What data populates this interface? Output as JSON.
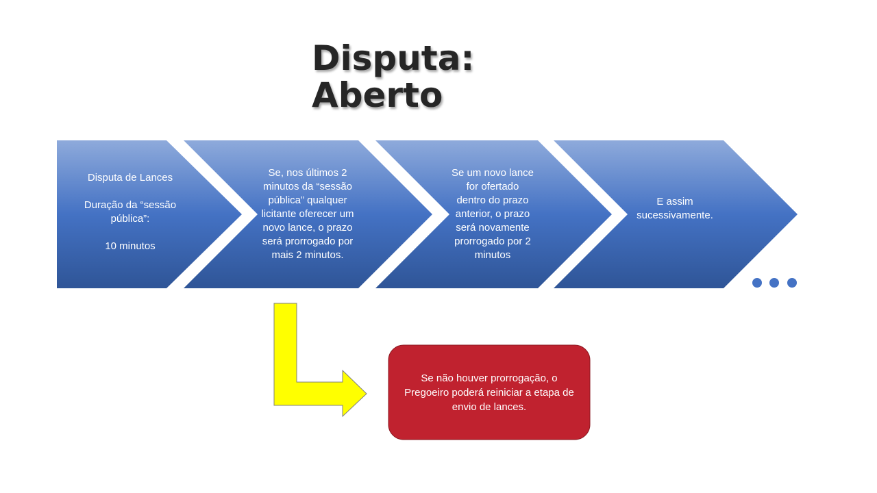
{
  "title": {
    "line1": "Disputa:",
    "line2": "Aberto"
  },
  "steps": [
    {
      "text": "Disputa de Lances\n\nDuração da “sessão pública”:\n\n10 minutos"
    },
    {
      "text": "Se, nos últimos  2 minutos da “sessão pública” qualquer  licitante oferecer  um novo lance,  o prazo será prorrogado por mais 2 minutos."
    },
    {
      "text": "Se  um novo lance for ofertado dentro do prazo anterior, o prazo será novamente prorrogado por 2  minutos"
    },
    {
      "text": "E assim sucessivamente."
    }
  ],
  "note": {
    "text": "Se não houver prorrogação, o Pregoeiro poderá reiniciar a etapa de envio de lances."
  },
  "colors": {
    "chevron_top": "#8eaadb",
    "chevron_mid": "#4472c4",
    "chevron_bottom": "#2f5597",
    "dots": "#4472c4",
    "arrow_fill": "#ffff00",
    "arrow_stroke": "#7f7f7f",
    "note_fill": "#c0222f",
    "note_stroke": "#8b1a22"
  }
}
